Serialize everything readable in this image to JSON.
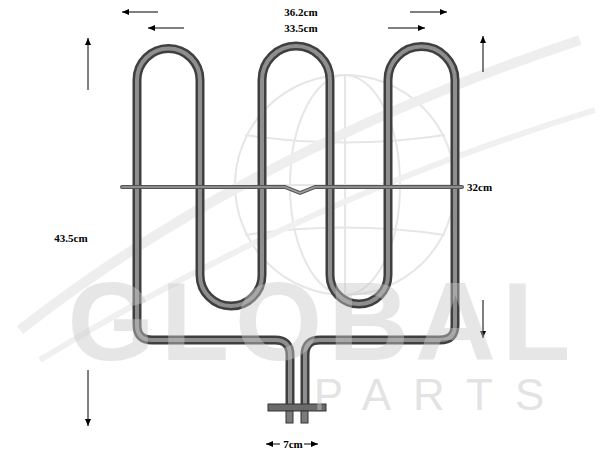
{
  "diagram": {
    "labels": [
      "36.2cm",
      "33.5cm",
      "32cm",
      "43.5cm",
      "7cm",
      "GLOBAL",
      "PARTS"
    ]
  }
}
